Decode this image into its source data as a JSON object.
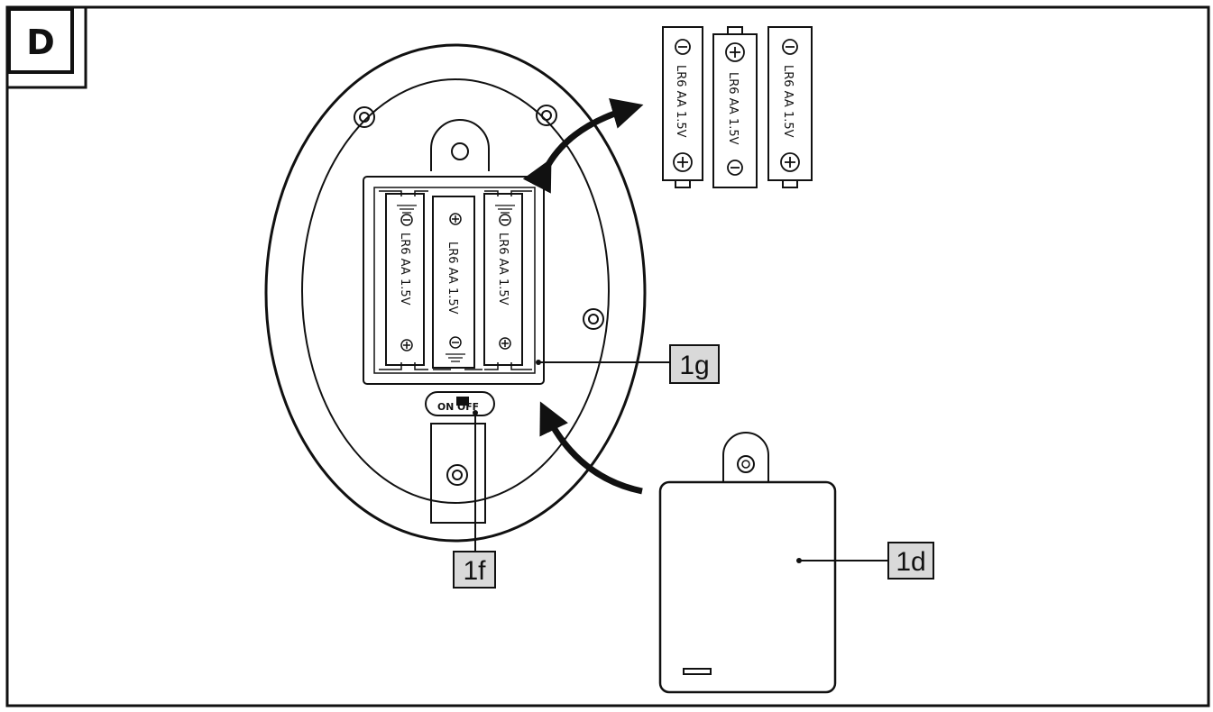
{
  "section_letter": "D",
  "battery_label": "LR6 AA 1.5V",
  "switch_label": "ON OFF",
  "callouts": {
    "battery_compartment": "1g",
    "on_off_switch": "1f",
    "battery_cover": "1d"
  },
  "colors": {
    "line": "#111111",
    "label_fill": "#d9d9d9",
    "background": "#ffffff"
  },
  "icons": {
    "plus": "plus-terminal-icon",
    "minus": "minus-terminal-icon",
    "arrow": "curved-arrow-icon"
  }
}
